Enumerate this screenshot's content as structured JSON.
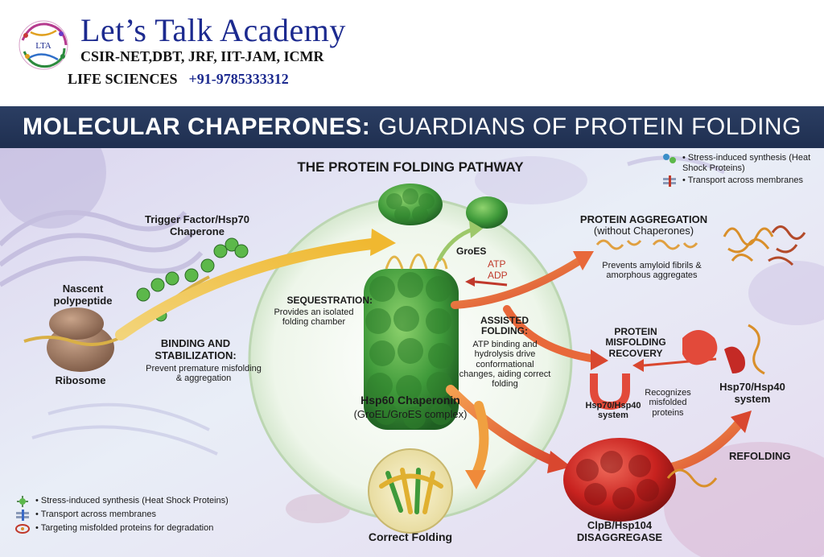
{
  "header": {
    "brand": "Let’s Talk Academy",
    "exams": "CSIR-NET,DBT, JRF, IIT-JAM, ICMR",
    "subject": "LIFE SCIENCES",
    "phone": "+91-9785333312",
    "logo_text": "LTA"
  },
  "banner": {
    "title_bold": "MOLECULAR CHAPERONES:",
    "title_light": "GUARDIANS OF PROTEIN FOLDING"
  },
  "diagram": {
    "pathway_title": "THE PROTEIN FOLDING PATHWAY",
    "trigger_factor": "Trigger Factor/Hsp70 Chaperone",
    "nascent": "Nascent polypeptide",
    "ribosome": "Ribosome",
    "binding_title": "BINDING AND STABILIZATION:",
    "binding_desc": "Prevent premature misfolding & aggregation",
    "sequestration_title": "SEQUESTRATION:",
    "sequestration_desc": "Provides an isolated folding chamber",
    "groes": "GroES",
    "atp": "ATP",
    "adp": "ADP",
    "hsp60_title": "Hsp60 Chaperonin",
    "hsp60_sub": "(GroEL/GroES complex)",
    "assisted_title": "ASSISTED FOLDING:",
    "assisted_desc": "ATP binding and hydrolysis drive conformational changes, aiding correct folding",
    "correct_folding": "Correct Folding",
    "aggregation_title": "PROTEIN AGGREGATION",
    "aggregation_sub": "(without Chaperones)",
    "aggregation_desc": "Prevents amyloid fibrils & amorphous aggregates",
    "misfolding_title": "PROTEIN MISFOLDING RECOVERY",
    "hsp70_40_small": "Hsp70/Hsp40 system",
    "recognizes": "Recognizes misfolded proteins",
    "hsp70_40_large": "Hsp70/Hsp40 system",
    "refolding": "REFOLDING",
    "clpb_title": "ClpB/Hsp104",
    "clpb_sub": "DISAGGREGASE"
  },
  "legend_top": [
    {
      "icon": "virus-cluster-icon",
      "text": "• Stress-induced synthesis (Heat Shock Proteins)"
    },
    {
      "icon": "membrane-transport-icon",
      "text": "• Transport across membranes"
    }
  ],
  "legend_bottom": [
    {
      "icon": "virus-icon",
      "text": "• Stress-induced synthesis (Heat Shock Proteins)"
    },
    {
      "icon": "membrane-transport-icon",
      "text": "• Transport across membranes"
    },
    {
      "icon": "degradation-icon",
      "text": "• Targeting misfolded proteins for degradation"
    }
  ],
  "colors": {
    "banner": "#233557",
    "brand_blue": "#1c2a8f",
    "chaperonin_green": "#3f9a3a",
    "arrow_orange": "#f08a3a",
    "arrow_red": "#d9472f",
    "disaggregase_red": "#c8221f"
  }
}
